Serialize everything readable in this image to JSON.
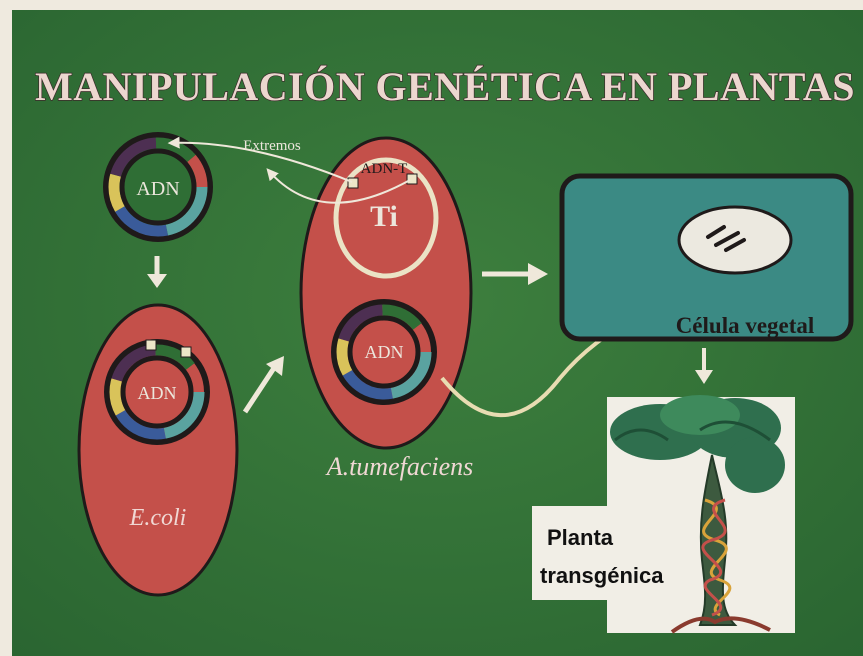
{
  "title": "MANIPULACIÓN GENÉTICA EN PLANTAS",
  "labels": {
    "extremos": "Extremos",
    "adn_t": "ADN-T",
    "ti": "Ti",
    "adn_plasmid_top": "ADN",
    "adn_ecoli": "ADN",
    "adn_agro": "ADN",
    "ecoli": "E.coli",
    "agrobacterium": "A.tumefaciens",
    "plant_cell": "Célula vegetal",
    "plant_line1": "Planta",
    "plant_line2": "transgénica"
  },
  "colors": {
    "background": "#2f6e35",
    "bacterium": "#c4504a",
    "cell": "#3b8a84",
    "ring_segments": [
      "#c4504a",
      "#5aa3a0",
      "#3a5b9a",
      "#d9c35a",
      "#4d2f52"
    ],
    "arrow": "#efe8da"
  }
}
